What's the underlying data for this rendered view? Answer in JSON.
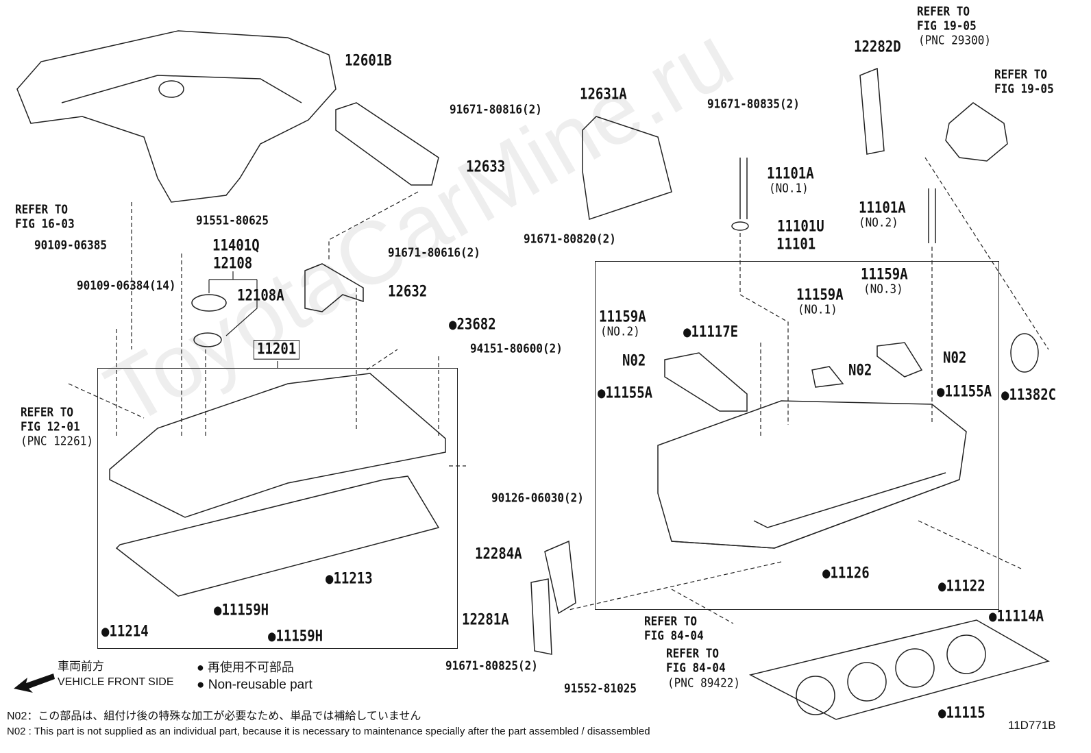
{
  "watermark": "ToyotaCarMine.ru",
  "figure_code": "11D771B",
  "labels": {
    "cover": "12601B",
    "refer_16_03_a": "REFER TO",
    "refer_16_03_b": "FIG 16-03",
    "bolt_80816": "91671-80816(2)",
    "p12633": "12633",
    "bolt_80625": "91551-80625",
    "p11401q": "11401Q",
    "p90109_06385": "90109-06385",
    "p12108": "12108",
    "p12108a": "12108A",
    "p90109_06384": "90109-06384(14)",
    "bolt_80616": "91671-80616(2)",
    "p12632": "12632",
    "p11201": "11201",
    "p23682": "●23682",
    "p94151": "94151-80600(2)",
    "refer_12_01_a": "REFER TO",
    "refer_12_01_b": "FIG 12-01",
    "refer_12_01_c": "(PNC 12261)",
    "p90126": "90126-06030(2)",
    "p11213": "●11213",
    "p11159h_1": "●11159H",
    "p11214": "●11214",
    "p11159h_2": "●11159H",
    "p12284a": "12284A",
    "p12281a": "12281A",
    "bolt_80825": "91671-80825(2)",
    "bolt_81025": "91552-81025",
    "p12631a": "12631A",
    "bolt_80820": "91671-80820(2)",
    "bolt_80835": "91671-80835(2)",
    "p12282d": "12282D",
    "refer_19_05_a": "REFER TO",
    "refer_19_05_b": "FIG 19-05",
    "refer_19_05_c": "(PNC 29300)",
    "refer_19_05_2a": "REFER TO",
    "refer_19_05_2b": "FIG 19-05",
    "p11101a_1": "11101A",
    "p11101a_1n": "(NO.1)",
    "p11101a_2": "11101A",
    "p11101a_2n": "(NO.2)",
    "p11101u": "11101U",
    "p11101": "11101",
    "p11159a_3": "11159A",
    "p11159a_3n": "(NO.3)",
    "p11159a_1": "11159A",
    "p11159a_1n": "(NO.1)",
    "p11159a_2": "11159A",
    "p11159a_2n": "(NO.2)",
    "p11117e": "●11117E",
    "n02_a": "N02",
    "n02_b": "N02",
    "n02_c": "N02",
    "p11155a_1": "●11155A",
    "p11155a_2": "●11155A",
    "p11382c": "●11382C",
    "p11126": "●11126",
    "p11122": "●11122",
    "p11114a": "●11114A",
    "refer_84_04_a": "REFER TO",
    "refer_84_04_b": "FIG 84-04",
    "refer_84_04_2a": "REFER TO",
    "refer_84_04_2b": "FIG 84-04",
    "refer_84_04_2c": "(PNC 89422)",
    "p11115": "●11115"
  },
  "legend": {
    "front_jp": "車両前方",
    "front_en": "VEHICLE FRONT SIDE",
    "nonreusable_jp": "● 再使用不可部品",
    "nonreusable_en": "● Non-reusable part"
  },
  "notes": {
    "jp": "N02：この部品は、組付け後の特殊な加工が必要なため、単品では補給していません",
    "en": "N02 : This part is not supplied as an individual part, because it is necessary to maintenance specially after the part assembled / disassembled"
  }
}
